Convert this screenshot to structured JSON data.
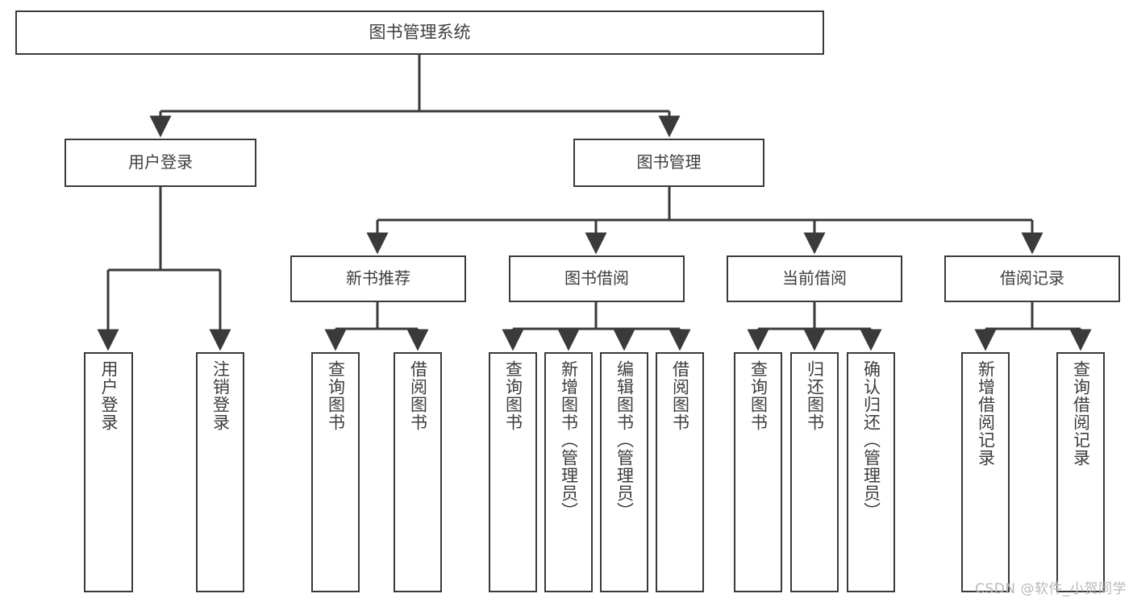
{
  "diagram": {
    "title": "图书管理系统",
    "type": "tree",
    "watermark": "CSDN @软件_小贺同学",
    "colors": {
      "stroke": "#3a3a3a",
      "text": "#3d3d3d",
      "background": "#ffffff",
      "watermark": "#b9b9b9"
    },
    "nodes": {
      "root": {
        "label": "图书管理系统"
      },
      "level1": [
        {
          "label": "用户登录"
        },
        {
          "label": "图书管理"
        }
      ],
      "level2": [
        {
          "label": "新书推荐"
        },
        {
          "label": "图书借阅"
        },
        {
          "label": "当前借阅"
        },
        {
          "label": "借阅记录"
        }
      ],
      "leaves": {
        "user_login": [
          {
            "label": "用户登录"
          },
          {
            "label": "注销登录"
          }
        ],
        "new_book_recommend": [
          {
            "label": "查询图书"
          },
          {
            "label": "借阅图书"
          }
        ],
        "book_borrow": [
          {
            "label": "查询图书"
          },
          {
            "label": "新增图书（管理员）"
          },
          {
            "label": "编辑图书（管理员）"
          },
          {
            "label": "借阅图书"
          }
        ],
        "current_borrow": [
          {
            "label": "查询图书"
          },
          {
            "label": "归还图书"
          },
          {
            "label": "确认归还（管理员）"
          }
        ],
        "borrow_record": [
          {
            "label": "新增借阅记录"
          },
          {
            "label": "查询借阅记录"
          }
        ]
      }
    }
  }
}
